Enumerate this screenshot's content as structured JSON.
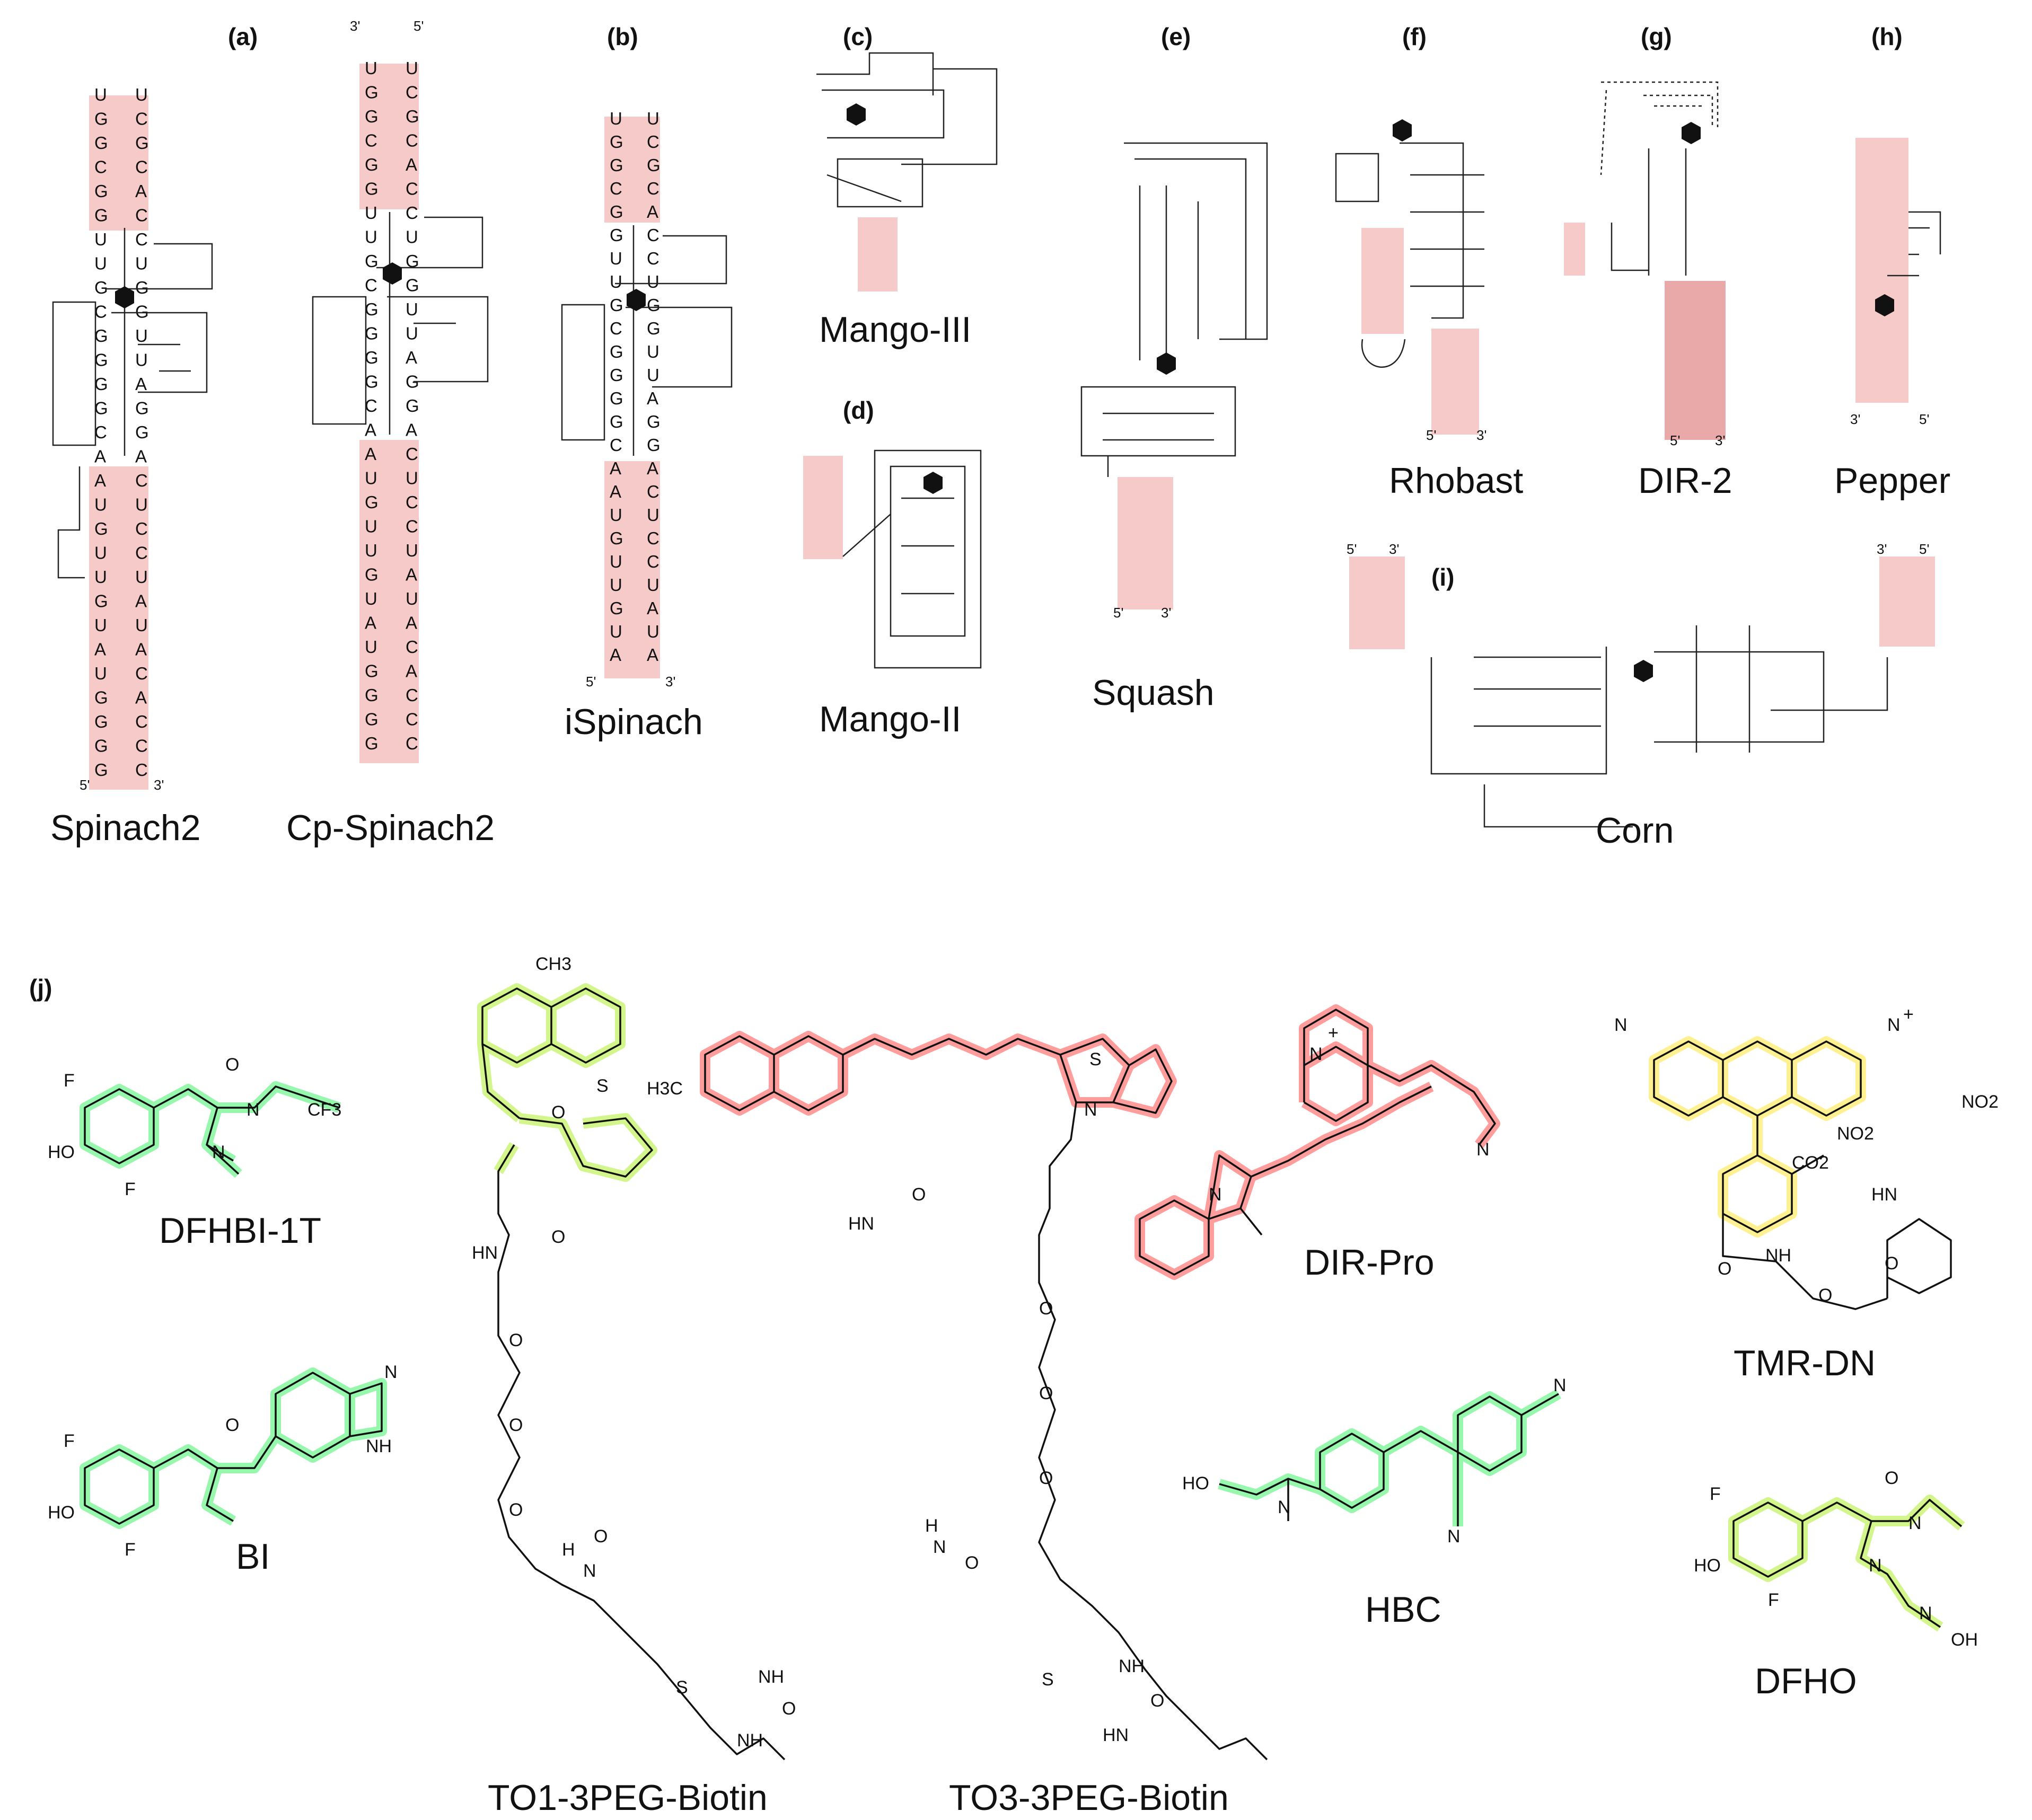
{
  "panels": {
    "a": "(a)",
    "b": "(b)",
    "c": "(c)",
    "d": "(d)",
    "e": "(e)",
    "f": "(f)",
    "g": "(g)",
    "h": "(h)",
    "i": "(i)",
    "j": "(j)"
  },
  "aptamers": {
    "spinach2": "Spinach2",
    "cp_spinach2": "Cp-Spinach2",
    "ispinach": "iSpinach",
    "mango3": "Mango-III",
    "mango2": "Mango-II",
    "squash": "Squash",
    "rhobast": "Rhobast",
    "dir2": "DIR-2",
    "pepper": "Pepper",
    "corn": "Corn"
  },
  "ends": {
    "five": "5'",
    "three": "3'"
  },
  "molecules": {
    "dfhbi1t": "DFHBI-1T",
    "bi": "BI",
    "to1": "TO1-3PEG-Biotin",
    "to3": "TO3-3PEG-Biotin",
    "dirpro": "DIR-Pro",
    "tmrdn": "TMR-DN",
    "hbc": "HBC",
    "dfho": "DFHO"
  },
  "atoms": {
    "F": "F",
    "HO": "HO",
    "O": "O",
    "N": "N",
    "CF3": "CF3",
    "H": "H",
    "NH": "NH",
    "HN": "HN",
    "S": "S",
    "CH3": "CH3",
    "H3C": "H3C",
    "NO2": "NO2",
    "CO2": "CO2",
    "OH": "OH",
    "plus": "+"
  },
  "nucleotides": {
    "spinach2_left": [
      "U",
      "G",
      "G",
      "C",
      "G",
      "G",
      "U",
      "U",
      "G",
      "C",
      "G",
      "G",
      "G",
      "G",
      "C",
      "A",
      "A",
      "U",
      "G",
      "U",
      "U",
      "G",
      "U",
      "A",
      "U",
      "G",
      "G",
      "G",
      "G"
    ],
    "spinach2_right": [
      "U",
      "C",
      "G",
      "C",
      "A",
      "C",
      "C",
      "U",
      "G",
      "G",
      "U",
      "U",
      "A",
      "G",
      "G",
      "A",
      "C",
      "U",
      "C",
      "C",
      "U",
      "A",
      "U",
      "A",
      "C",
      "A",
      "C",
      "C",
      "C"
    ]
  },
  "colors": {
    "stem": "#f7caca",
    "green_glow": "#3ff06a",
    "lime_glow": "#b6f03f",
    "red_glow": "#ff3a3a",
    "yellow_glow": "#ffe84a"
  }
}
